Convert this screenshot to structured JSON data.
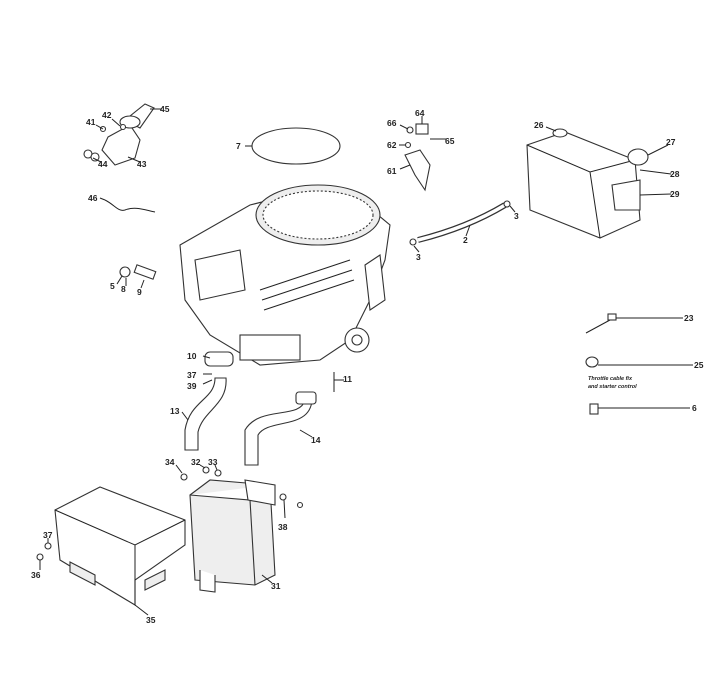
{
  "labels": {
    "l45": "45",
    "l42": "42",
    "l41": "41",
    "l43": "43",
    "l44": "44",
    "l7": "7",
    "l46": "46",
    "l5": "5",
    "l8": "8",
    "l9": "9",
    "l66": "66",
    "l64": "64",
    "l65": "65",
    "l62": "62",
    "l61": "61",
    "l26": "26",
    "l27": "27",
    "l28": "28",
    "l29": "29",
    "l3a": "3",
    "l2": "2",
    "l3b": "3",
    "l23": "23",
    "l25": "25",
    "l6": "6",
    "l10": "10",
    "l37a": "37",
    "l39": "39",
    "l11": "11",
    "l13": "13",
    "l14": "14",
    "l34": "34",
    "l32": "32",
    "l33": "33",
    "l38": "38",
    "l37b": "37",
    "l36": "36",
    "l31": "31",
    "l35": "35"
  },
  "note": {
    "line1": "Throttle cable fix",
    "line2": "and starter control"
  }
}
